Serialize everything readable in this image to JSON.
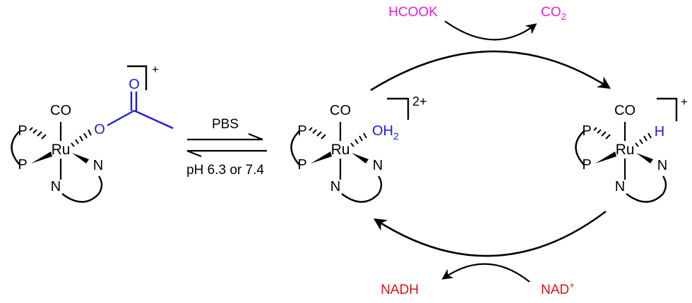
{
  "colors": {
    "black": "#000000",
    "acetate": "#1a1adb",
    "ligand": "#1a1adb",
    "formate": "#e020e0",
    "nad": "#e01414"
  },
  "complex1": {
    "metal": "Ru",
    "co": "CO",
    "p_top": "P",
    "p_bottom": "P",
    "n_right": "N",
    "n_bottom": "N",
    "o_label": "O",
    "carbonyl_o": "O",
    "charge": "+"
  },
  "equilibrium": {
    "top_label": "PBS",
    "bottom_label": "pH 6.3 or 7.4"
  },
  "complex2": {
    "metal": "Ru",
    "co": "CO",
    "p_top": "P",
    "p_bottom": "P",
    "n_right": "N",
    "n_bottom": "N",
    "ligand": "OH",
    "ligand_sub": "2",
    "charge": "2+"
  },
  "complex3": {
    "metal": "Ru",
    "co": "CO",
    "p_top": "P",
    "p_bottom": "P",
    "n_right": "N",
    "n_bottom": "N",
    "ligand": "H",
    "charge": "+"
  },
  "cycle": {
    "reagent_in": "HCOOK",
    "product_out": "CO",
    "product_out_sub": "2",
    "nad_in": "NAD",
    "nad_in_sup": "+",
    "nad_out": "NADH"
  }
}
